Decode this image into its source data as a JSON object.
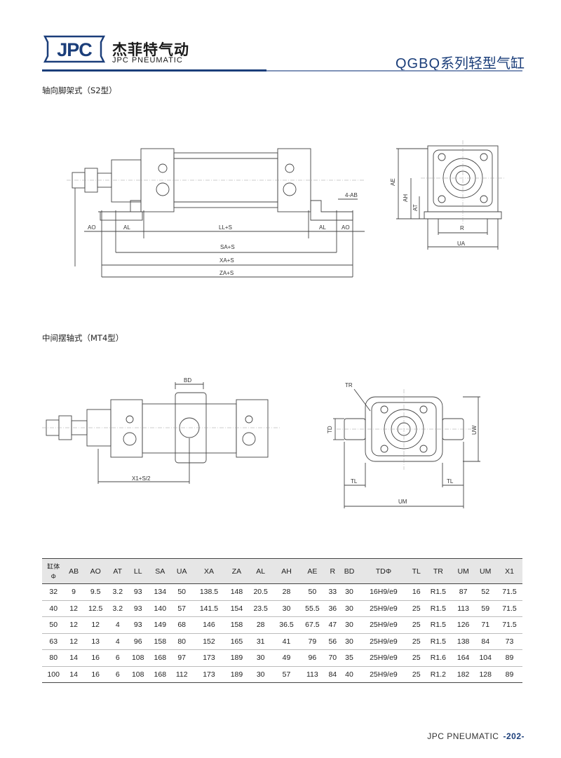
{
  "header": {
    "logo_text": "JPC",
    "brand_cn": "杰菲特气动",
    "brand_en": "JPC PNEUMATIC",
    "series_code": "QGBQ",
    "series_name": "系列轻型气缸"
  },
  "colors": {
    "brand_blue": "#1b3e7a",
    "rule_light": "#7f93b8",
    "table_header": "#e6e6e6"
  },
  "section1": {
    "label": "轴向脚架式（S2型）",
    "dims": {
      "ao_left": "AO",
      "al_left": "AL",
      "ll_s": "LL+S",
      "al_right": "AL",
      "ao_right": "AO",
      "sa_s": "SA+S",
      "xa_s": "XA+S",
      "za_s": "ZA+S",
      "ab": "4-AB",
      "ae": "AE",
      "ah": "AH",
      "at": "AT",
      "r": "R",
      "ua": "UA"
    }
  },
  "section2": {
    "label": "中间摆轴式（MT4型）",
    "dims": {
      "bd": "BD",
      "x1_s2": "X1+S/2",
      "tr": "TR",
      "td": "TD",
      "uw": "UW",
      "tl_left": "TL",
      "tl_right": "TL",
      "um": "UM"
    }
  },
  "table": {
    "cyl_label_top": "缸体",
    "cyl_label_bottom": "Φ",
    "headers": [
      "AB",
      "AO",
      "AT",
      "LL",
      "SA",
      "UA",
      "XA",
      "ZA",
      "AL",
      "AH",
      "AE",
      "R",
      "BD",
      "TDΦ",
      "TL",
      "TR",
      "UM",
      "UM",
      "X1"
    ],
    "rows": [
      [
        "32",
        "9",
        "9.5",
        "3.2",
        "93",
        "134",
        "50",
        "138.5",
        "148",
        "20.5",
        "28",
        "50",
        "33",
        "30",
        "16H9/e9",
        "16",
        "R1.5",
        "87",
        "52",
        "71.5"
      ],
      [
        "40",
        "12",
        "12.5",
        "3.2",
        "93",
        "140",
        "57",
        "141.5",
        "154",
        "23.5",
        "30",
        "55.5",
        "36",
        "30",
        "25H9/e9",
        "25",
        "R1.5",
        "113",
        "59",
        "71.5"
      ],
      [
        "50",
        "12",
        "12",
        "4",
        "93",
        "149",
        "68",
        "146",
        "158",
        "28",
        "36.5",
        "67.5",
        "47",
        "30",
        "25H9/e9",
        "25",
        "R1.5",
        "126",
        "71",
        "71.5"
      ],
      [
        "63",
        "12",
        "13",
        "4",
        "96",
        "158",
        "80",
        "152",
        "165",
        "31",
        "41",
        "79",
        "56",
        "30",
        "25H9/e9",
        "25",
        "R1.5",
        "138",
        "84",
        "73"
      ],
      [
        "80",
        "14",
        "16",
        "6",
        "108",
        "168",
        "97",
        "173",
        "189",
        "30",
        "49",
        "96",
        "70",
        "35",
        "25H9/e9",
        "25",
        "R1.6",
        "164",
        "104",
        "89"
      ],
      [
        "100",
        "14",
        "16",
        "6",
        "108",
        "168",
        "112",
        "173",
        "189",
        "30",
        "57",
        "113",
        "84",
        "40",
        "25H9/e9",
        "25",
        "R1.2",
        "182",
        "128",
        "89"
      ]
    ]
  },
  "footer": {
    "brand": "JPC PNEUMATIC",
    "page": "-202-"
  }
}
